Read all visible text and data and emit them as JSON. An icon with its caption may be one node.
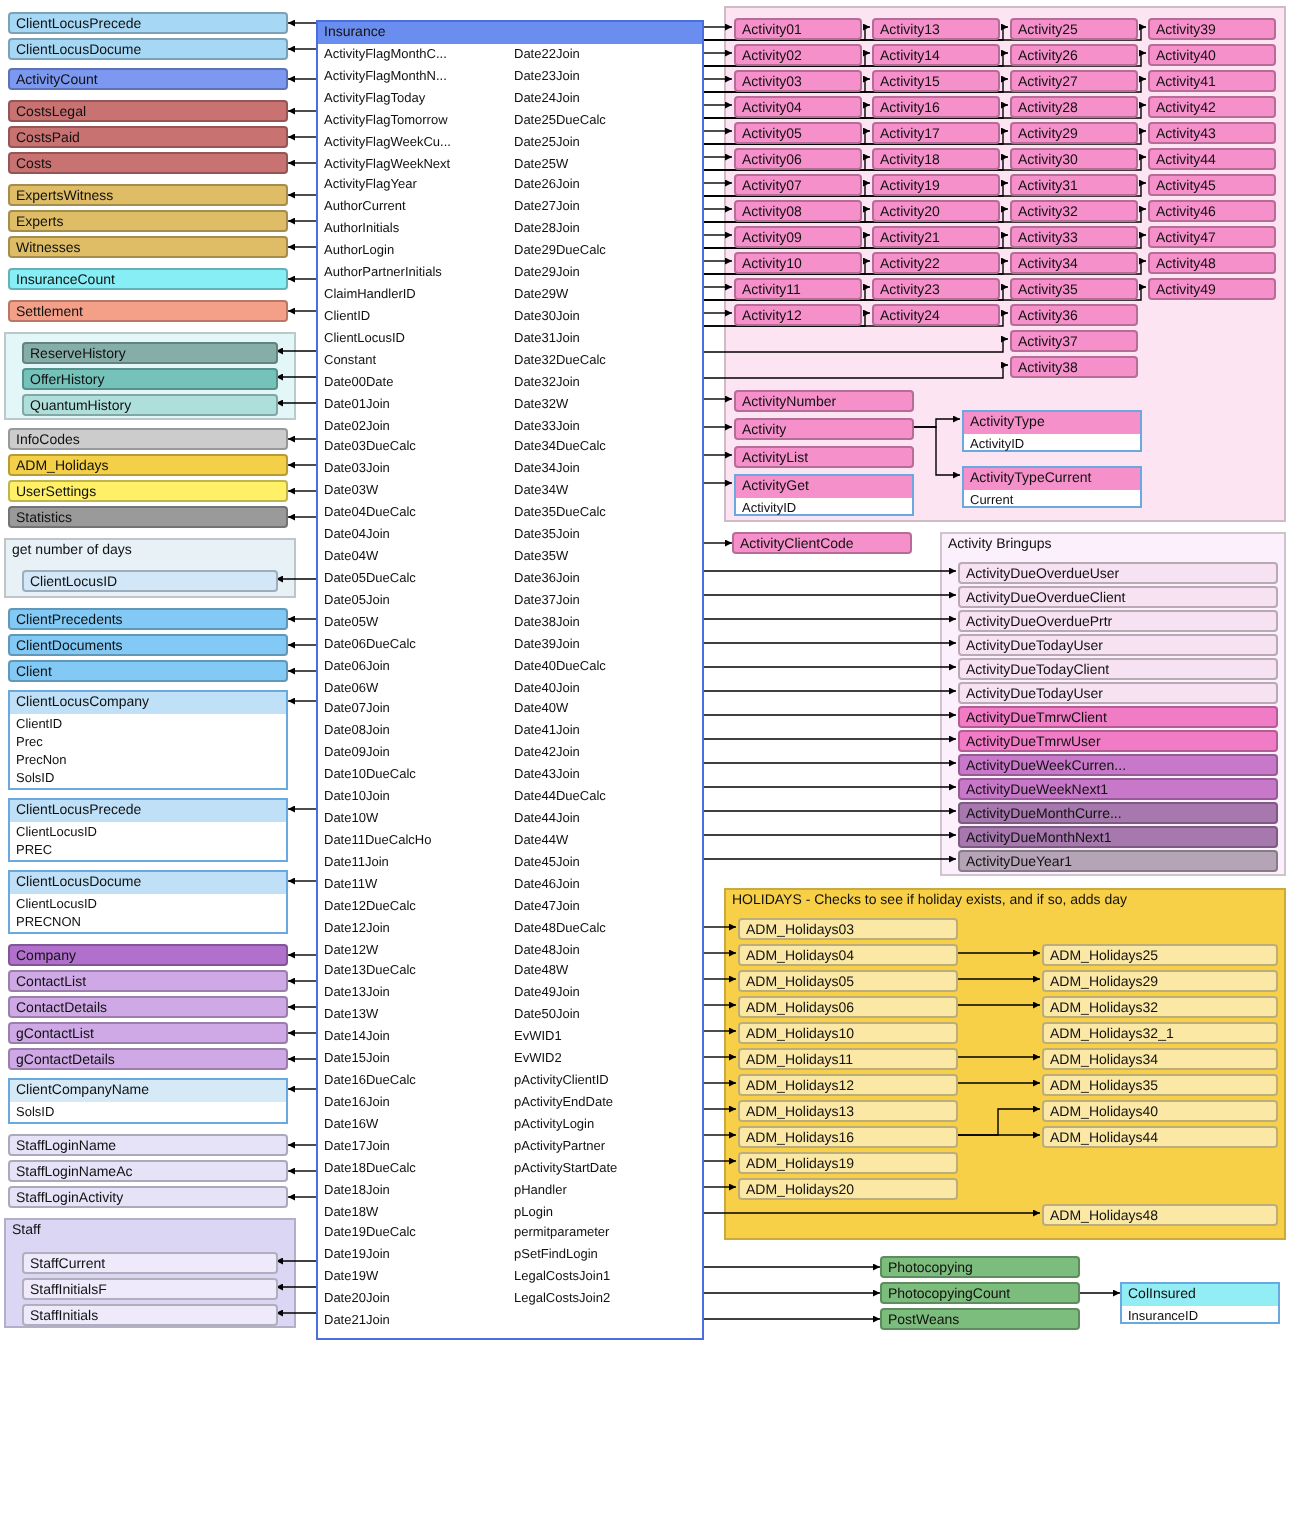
{
  "diagram": {
    "nodes": [
      {
        "text": [
          "Insurance",
          "ActivityFlagMonthC...",
          "ActivityFlagMonthN...",
          "ActivityFlagToday",
          "ActivityFlagTomorrow",
          "ActivityFlagWeekCu...",
          "ActivityFlagWeekNext",
          "ActivityFlagYear",
          "AuthorCurrent",
          "AuthorInitials",
          "AuthorLogin",
          "AuthorPartnerInitials",
          "ClaimHandlerID",
          "ClientID",
          "ClientLocusID",
          "Constant",
          "Date00Date",
          "Date01Join",
          "Date02Join",
          "Date03DueCalc",
          "Date03Join",
          "Date03W",
          "Date04DueCalc",
          "Date04Join",
          "Date04W",
          "Date05DueCalc",
          "Date05Join",
          "Date05W",
          "Date06DueCalc",
          "Date06Join",
          "Date06W",
          "Date07Join",
          "Date08Join",
          "Date09Join",
          "Date10DueCalc",
          "Date10Join",
          "Date10W",
          "Date11DueCalcHo",
          "Date11Join",
          "Date11W",
          "Date12DueCalc",
          "Date12Join",
          "Date12W",
          "Date13DueCalc",
          "Date13Join",
          "Date13W",
          "Date14Join",
          "Date15Join",
          "Date16DueCalc",
          "Date16Join",
          "Date16W",
          "Date17Join",
          "Date18DueCalc",
          "Date18Join",
          "Date18W",
          "Date19DueCalc",
          "Date19Join",
          "Date19W",
          "Date20Join",
          "Date21Join",
          "Date22Join",
          "Date23Join",
          "Date24Join",
          "Date25DueCalc",
          "Date25Join",
          "Date25W",
          "Date26Join",
          "Date27Join",
          "Date28Join",
          "Date29DueCalc",
          "Date29Join",
          "Date29W",
          "Date30Join",
          "Date31Join",
          "Date32DueCalc",
          "Date32Join",
          "Date32W",
          "Date33Join",
          "Date34DueCalc",
          "Date34Join",
          "Date34W",
          "Date35DueCalc",
          "Date35Join",
          "Date35W",
          "Date36Join",
          "Date37Join",
          "Date38Join",
          "Date39Join",
          "Date40DueCalc",
          "Date40Join",
          "Date40W",
          "Date41Join",
          "Date42Join",
          "Date43Join",
          "Date44DueCalc",
          "Date44Join",
          "Date44W",
          "Date45Join",
          "Date46Join",
          "Date47Join",
          "Date48DueCalc",
          "Date48Join",
          "Date48W",
          "Date49Join",
          "Date50Join",
          "EvWID1",
          "EvWID2",
          "pActivityClientID",
          "pActivityEndDate",
          "pActivityLogin",
          "pActivityPartner",
          "pActivityStartDate",
          "pHandler",
          "pLogin",
          "permitparameter",
          "pSetFindLogin",
          "LegalCostsJoin1",
          "LegalCostsJoin2"
        ]
      },
      {
        "text": [
          "ClientLocusPrecede"
        ]
      },
      {
        "text": [
          "ClientLocusDocume"
        ]
      },
      {
        "text": [
          "ActivityCount"
        ]
      },
      {
        "text": [
          "CostsLegal"
        ]
      },
      {
        "text": [
          "CostsPaid"
        ]
      },
      {
        "text": [
          "Costs"
        ]
      },
      {
        "text": [
          "ExpertsWitness"
        ]
      },
      {
        "text": [
          "Experts"
        ]
      },
      {
        "text": [
          "Witnesses"
        ]
      },
      {
        "text": [
          "InsuranceCount"
        ]
      },
      {
        "text": [
          "Settlement"
        ]
      },
      {
        "text": [],
        "shape": "box"
      },
      {
        "text": [
          "ReserveHistory"
        ],
        "in": 12
      },
      {
        "text": [
          "OfferHistory"
        ],
        "in": 12
      },
      {
        "text": [
          "QuantumHistory"
        ],
        "in": 12
      },
      {
        "text": [
          "InfoCodes"
        ]
      },
      {
        "text": [
          "ADM_Holidays"
        ]
      },
      {
        "text": [
          "UserSettings"
        ]
      },
      {
        "text": [
          "Statistics"
        ]
      },
      {
        "text": [
          "get number of days"
        ]
      },
      {
        "text": [
          "ClientLocusID"
        ],
        "in": 20
      },
      {
        "text": [
          "ClientPrecedents"
        ]
      },
      {
        "text": [
          "ClientDocuments"
        ]
      },
      {
        "text": [
          "Client"
        ]
      },
      {
        "text": [
          "ClientLocusCompany",
          "ClientID",
          "Prec",
          "PrecNon",
          "SolsID"
        ]
      },
      {
        "text": [
          "ClientLocusPrecede",
          "ClientLocusID",
          "PREC"
        ]
      },
      {
        "text": [
          "ClientLocusDocume",
          "ClientLocusID",
          "PRECNON"
        ]
      },
      {
        "text": [
          "Company"
        ]
      },
      {
        "text": [
          "ContactList"
        ]
      },
      {
        "text": [
          "ContactDetails"
        ]
      },
      {
        "text": [
          "gContactList"
        ]
      },
      {
        "text": [
          "gContactDetails"
        ]
      },
      {
        "text": [
          "ClientCompanyName",
          "SolsID"
        ]
      },
      {
        "text": [
          "StaffLoginName"
        ]
      },
      {
        "text": [
          "StaffLoginNameAc"
        ]
      },
      {
        "text": [
          "StaffLoginActivity"
        ]
      },
      {
        "text": [
          "Staff"
        ]
      },
      {
        "text": [
          "StaffCurrent"
        ],
        "in": 37
      },
      {
        "text": [
          "StaffInitialsF"
        ],
        "in": 37
      },
      {
        "text": [
          "StaffInitials"
        ],
        "in": 37
      },
      {
        "text": [],
        "shape": "box"
      },
      {
        "text": [
          "Activity01"
        ],
        "in": 41
      },
      {
        "text": [
          "Activity02"
        ],
        "in": 41
      },
      {
        "text": [
          "Activity03"
        ],
        "in": 41
      },
      {
        "text": [
          "Activity04"
        ],
        "in": 41
      },
      {
        "text": [
          "Activity05"
        ],
        "in": 41
      },
      {
        "text": [
          "Activity06"
        ],
        "in": 41
      },
      {
        "text": [
          "Activity07"
        ],
        "in": 41
      },
      {
        "text": [
          "Activity08"
        ],
        "in": 41
      },
      {
        "text": [
          "Activity09"
        ],
        "in": 41
      },
      {
        "text": [
          "Activity10"
        ],
        "in": 41
      },
      {
        "text": [
          "Activity11"
        ],
        "in": 41
      },
      {
        "text": [
          "Activity12"
        ],
        "in": 41
      },
      {
        "text": [
          "Activity13"
        ],
        "in": 41
      },
      {
        "text": [
          "Activity14"
        ],
        "in": 41
      },
      {
        "text": [
          "Activity15"
        ],
        "in": 41
      },
      {
        "text": [
          "Activity16"
        ],
        "in": 41
      },
      {
        "text": [
          "Activity17"
        ],
        "in": 41
      },
      {
        "text": [
          "Activity18"
        ],
        "in": 41
      },
      {
        "text": [
          "Activity19"
        ],
        "in": 41
      },
      {
        "text": [
          "Activity20"
        ],
        "in": 41
      },
      {
        "text": [
          "Activity21"
        ],
        "in": 41
      },
      {
        "text": [
          "Activity22"
        ],
        "in": 41
      },
      {
        "text": [
          "Activity23"
        ],
        "in": 41
      },
      {
        "text": [
          "Activity24"
        ],
        "in": 41
      },
      {
        "text": [
          "Activity25"
        ],
        "in": 41
      },
      {
        "text": [
          "Activity26"
        ],
        "in": 41
      },
      {
        "text": [
          "Activity27"
        ],
        "in": 41
      },
      {
        "text": [
          "Activity28"
        ],
        "in": 41
      },
      {
        "text": [
          "Activity29"
        ],
        "in": 41
      },
      {
        "text": [
          "Activity30"
        ],
        "in": 41
      },
      {
        "text": [
          "Activity31"
        ],
        "in": 41
      },
      {
        "text": [
          "Activity32"
        ],
        "in": 41
      },
      {
        "text": [
          "Activity33"
        ],
        "in": 41
      },
      {
        "text": [
          "Activity34"
        ],
        "in": 41
      },
      {
        "text": [
          "Activity35"
        ],
        "in": 41
      },
      {
        "text": [
          "Activity36"
        ],
        "in": 41
      },
      {
        "text": [
          "Activity37"
        ],
        "in": 41
      },
      {
        "text": [
          "Activity38"
        ],
        "in": 41
      },
      {
        "text": [
          "Activity39"
        ],
        "in": 41
      },
      {
        "text": [
          "Activity40"
        ],
        "in": 41
      },
      {
        "text": [
          "Activity41"
        ],
        "in": 41
      },
      {
        "text": [
          "Activity42"
        ],
        "in": 41
      },
      {
        "text": [
          "Activity43"
        ],
        "in": 41
      },
      {
        "text": [
          "Activity44"
        ],
        "in": 41
      },
      {
        "text": [
          "Activity45"
        ],
        "in": 41
      },
      {
        "text": [
          "Activity46"
        ],
        "in": 41
      },
      {
        "text": [
          "Activity47"
        ],
        "in": 41
      },
      {
        "text": [
          "Activity48"
        ],
        "in": 41
      },
      {
        "text": [
          "Activity49"
        ],
        "in": 41
      },
      {
        "text": [
          "ActivityNumber"
        ],
        "in": 41
      },
      {
        "text": [
          "Activity"
        ],
        "in": 41
      },
      {
        "text": [
          "ActivityType",
          "ActivityID"
        ],
        "in": 41
      },
      {
        "text": [
          "ActivityList"
        ],
        "in": 41
      },
      {
        "text": [
          "ActivityTypeCurrent",
          "Current"
        ],
        "in": 41
      },
      {
        "text": [
          "ActivityGet",
          "ActivityID"
        ],
        "in": 41
      },
      {
        "text": [
          "ActivityClientCode"
        ]
      },
      {
        "text": [
          "Activity Bringups"
        ]
      },
      {
        "text": [
          "ActivityDueOverdueUser"
        ],
        "in": 98
      },
      {
        "text": [
          "ActivityDueOverdueClient"
        ],
        "in": 98
      },
      {
        "text": [
          "ActivityDueOverduePrtr"
        ],
        "in": 98
      },
      {
        "text": [
          "ActivityDueTodayUser"
        ],
        "in": 98
      },
      {
        "text": [
          "ActivityDueTodayClient"
        ],
        "in": 98
      },
      {
        "text": [
          "ActivityDueTodayUser"
        ],
        "in": 98
      },
      {
        "text": [
          "ActivityDueTmrwClient"
        ],
        "in": 98
      },
      {
        "text": [
          "ActivityDueTmrwUser"
        ],
        "in": 98
      },
      {
        "text": [
          "ActivityDueWeekCurren..."
        ],
        "in": 98
      },
      {
        "text": [
          "ActivityDueWeekNext1"
        ],
        "in": 98
      },
      {
        "text": [
          "ActivityDueMonthCurre..."
        ],
        "in": 98
      },
      {
        "text": [
          "ActivityDueMonthNext1"
        ],
        "in": 98
      },
      {
        "text": [
          "ActivityDueYear1"
        ],
        "in": 98
      },
      {
        "text": [
          "HOLIDAYS - Checks to see if holiday exists, and if so, adds day"
        ]
      },
      {
        "text": [
          "ADM_Holidays03"
        ],
        "in": 112
      },
      {
        "text": [
          "ADM_Holidays04"
        ],
        "in": 112
      },
      {
        "text": [
          "ADM_Holidays05"
        ],
        "in": 112
      },
      {
        "text": [
          "ADM_Holidays06"
        ],
        "in": 112
      },
      {
        "text": [
          "ADM_Holidays10"
        ],
        "in": 112
      },
      {
        "text": [
          "ADM_Holidays11"
        ],
        "in": 112
      },
      {
        "text": [
          "ADM_Holidays12"
        ],
        "in": 112
      },
      {
        "text": [
          "ADM_Holidays13"
        ],
        "in": 112
      },
      {
        "text": [
          "ADM_Holidays16"
        ],
        "in": 112
      },
      {
        "text": [
          "ADM_Holidays19"
        ],
        "in": 112
      },
      {
        "text": [
          "ADM_Holidays20"
        ],
        "in": 112
      },
      {
        "text": [
          "ADM_Holidays25"
        ],
        "in": 112
      },
      {
        "text": [
          "ADM_Holidays29"
        ],
        "in": 112
      },
      {
        "text": [
          "ADM_Holidays32"
        ],
        "in": 112
      },
      {
        "text": [
          "ADM_Holidays32_1"
        ],
        "in": 112
      },
      {
        "text": [
          "ADM_Holidays34"
        ],
        "in": 112
      },
      {
        "text": [
          "ADM_Holidays35"
        ],
        "in": 112
      },
      {
        "text": [
          "ADM_Holidays40"
        ],
        "in": 112
      },
      {
        "text": [
          "ADM_Holidays44"
        ],
        "in": 112
      },
      {
        "text": [
          "ADM_Holidays48"
        ],
        "in": 112
      },
      {
        "text": [
          "Photocopying"
        ]
      },
      {
        "text": [
          "PhotocopyingCount"
        ]
      },
      {
        "text": [
          "PostWeans"
        ]
      },
      {
        "text": [
          "ColInsured",
          "InsuranceID"
        ]
      }
    ],
    "edges": [
      {
        "from": 0,
        "to": 1,
        "arrow": "to"
      },
      {
        "from": 0,
        "to": 2,
        "arrow": "to"
      },
      {
        "from": 0,
        "to": 3,
        "arrow": "to"
      },
      {
        "from": 0,
        "to": 4,
        "arrow": "to"
      },
      {
        "from": 0,
        "to": 5,
        "arrow": "to"
      },
      {
        "from": 0,
        "to": 6,
        "arrow": "to"
      },
      {
        "from": 0,
        "to": 7,
        "arrow": "to"
      },
      {
        "from": 0,
        "to": 8,
        "arrow": "to"
      },
      {
        "from": 0,
        "to": 9,
        "arrow": "to"
      },
      {
        "from": 0,
        "to": 10,
        "arrow": "to"
      },
      {
        "from": 0,
        "to": 11,
        "arrow": "to"
      },
      {
        "from": 0,
        "to": 13,
        "arrow": "to"
      },
      {
        "from": 0,
        "to": 14,
        "arrow": "to"
      },
      {
        "from": 0,
        "to": 15,
        "arrow": "to"
      },
      {
        "from": 0,
        "to": 16,
        "arrow": "to"
      },
      {
        "from": 0,
        "to": 17,
        "arrow": "to"
      },
      {
        "from": 0,
        "to": 18,
        "arrow": "to"
      },
      {
        "from": 0,
        "to": 19,
        "arrow": "to"
      },
      {
        "from": 0,
        "to": 21,
        "arrow": "to"
      },
      {
        "from": 0,
        "to": 22,
        "arrow": "to"
      },
      {
        "from": 0,
        "to": 23,
        "arrow": "to"
      },
      {
        "from": 0,
        "to": 24,
        "arrow": "to"
      },
      {
        "from": 0,
        "to": 25,
        "arrow": "to"
      },
      {
        "from": 0,
        "to": 26,
        "arrow": "to"
      },
      {
        "from": 0,
        "to": 27,
        "arrow": "to"
      },
      {
        "from": 0,
        "to": 28,
        "arrow": "to"
      },
      {
        "from": 0,
        "to": 29,
        "arrow": "to"
      },
      {
        "from": 0,
        "to": 30,
        "arrow": "to"
      },
      {
        "from": 0,
        "to": 31,
        "arrow": "to"
      },
      {
        "from": 0,
        "to": 32,
        "arrow": "to"
      },
      {
        "from": 0,
        "to": 33,
        "arrow": "to"
      },
      {
        "from": 0,
        "to": 34,
        "arrow": "to"
      },
      {
        "from": 0,
        "to": 35,
        "arrow": "to"
      },
      {
        "from": 0,
        "to": 36,
        "arrow": "to"
      },
      {
        "from": 0,
        "to": 38,
        "arrow": "to"
      },
      {
        "from": 0,
        "to": 39,
        "arrow": "to"
      },
      {
        "from": 0,
        "to": 40,
        "arrow": "to"
      },
      {
        "from": 0,
        "to": 42,
        "arrow": "to"
      },
      {
        "from": 0,
        "to": 43,
        "arrow": "to"
      },
      {
        "from": 0,
        "to": 44,
        "arrow": "to"
      },
      {
        "from": 0,
        "to": 45,
        "arrow": "to"
      },
      {
        "from": 0,
        "to": 46,
        "arrow": "to"
      },
      {
        "from": 0,
        "to": 47,
        "arrow": "to"
      },
      {
        "from": 0,
        "to": 48,
        "arrow": "to"
      },
      {
        "from": 0,
        "to": 49,
        "arrow": "to"
      },
      {
        "from": 0,
        "to": 50,
        "arrow": "to"
      },
      {
        "from": 0,
        "to": 51,
        "arrow": "to"
      },
      {
        "from": 0,
        "to": 52,
        "arrow": "to"
      },
      {
        "from": 0,
        "to": 53,
        "arrow": "to"
      },
      {
        "from": 0,
        "to": 54,
        "arrow": "to"
      },
      {
        "from": 0,
        "to": 55,
        "arrow": "to"
      },
      {
        "from": 0,
        "to": 56,
        "arrow": "to"
      },
      {
        "from": 0,
        "to": 57,
        "arrow": "to"
      },
      {
        "from": 0,
        "to": 58,
        "arrow": "to"
      },
      {
        "from": 0,
        "to": 59,
        "arrow": "to"
      },
      {
        "from": 0,
        "to": 60,
        "arrow": "to"
      },
      {
        "from": 0,
        "to": 61,
        "arrow": "to"
      },
      {
        "from": 0,
        "to": 62,
        "arrow": "to"
      },
      {
        "from": 0,
        "to": 63,
        "arrow": "to"
      },
      {
        "from": 0,
        "to": 64,
        "arrow": "to"
      },
      {
        "from": 0,
        "to": 65,
        "arrow": "to"
      },
      {
        "from": 0,
        "to": 66,
        "arrow": "to"
      },
      {
        "from": 0,
        "to": 67,
        "arrow": "to"
      },
      {
        "from": 0,
        "to": 68,
        "arrow": "to"
      },
      {
        "from": 0,
        "to": 69,
        "arrow": "to"
      },
      {
        "from": 0,
        "to": 70,
        "arrow": "to"
      },
      {
        "from": 0,
        "to": 71,
        "arrow": "to"
      },
      {
        "from": 0,
        "to": 72,
        "arrow": "to"
      },
      {
        "from": 0,
        "to": 73,
        "arrow": "to"
      },
      {
        "from": 0,
        "to": 74,
        "arrow": "to"
      },
      {
        "from": 0,
        "to": 75,
        "arrow": "to"
      },
      {
        "from": 0,
        "to": 76,
        "arrow": "to"
      },
      {
        "from": 0,
        "to": 77,
        "arrow": "to"
      },
      {
        "from": 0,
        "to": 78,
        "arrow": "to"
      },
      {
        "from": 0,
        "to": 79,
        "arrow": "to"
      },
      {
        "from": 0,
        "to": 80,
        "arrow": "to"
      },
      {
        "from": 0,
        "to": 81,
        "arrow": "to"
      },
      {
        "from": 0,
        "to": 82,
        "arrow": "to"
      },
      {
        "from": 0,
        "to": 83,
        "arrow": "to"
      },
      {
        "from": 0,
        "to": 84,
        "arrow": "to"
      },
      {
        "from": 0,
        "to": 85,
        "arrow": "to"
      },
      {
        "from": 0,
        "to": 86,
        "arrow": "to"
      },
      {
        "from": 0,
        "to": 87,
        "arrow": "to"
      },
      {
        "from": 0,
        "to": 88,
        "arrow": "to"
      },
      {
        "from": 0,
        "to": 89,
        "arrow": "to"
      },
      {
        "from": 0,
        "to": 90,
        "arrow": "to"
      },
      {
        "from": 0,
        "to": 91,
        "arrow": "to"
      },
      {
        "from": 0,
        "to": 92,
        "arrow": "to"
      },
      {
        "from": 0,
        "to": 94,
        "arrow": "to"
      },
      {
        "from": 0,
        "to": 96,
        "arrow": "to"
      },
      {
        "from": 0,
        "to": 97,
        "arrow": "to"
      },
      {
        "from": 92,
        "to": 93,
        "arrow": "to"
      },
      {
        "from": 92,
        "to": 95,
        "arrow": "to"
      },
      {
        "from": 0,
        "to": 99,
        "arrow": "to"
      },
      {
        "from": 0,
        "to": 100,
        "arrow": "to"
      },
      {
        "from": 0,
        "to": 101,
        "arrow": "to"
      },
      {
        "from": 0,
        "to": 102,
        "arrow": "to"
      },
      {
        "from": 0,
        "to": 103,
        "arrow": "to"
      },
      {
        "from": 0,
        "to": 104,
        "arrow": "to"
      },
      {
        "from": 0,
        "to": 105,
        "arrow": "to"
      },
      {
        "from": 0,
        "to": 106,
        "arrow": "to"
      },
      {
        "from": 0,
        "to": 107,
        "arrow": "to"
      },
      {
        "from": 0,
        "to": 108,
        "arrow": "to"
      },
      {
        "from": 0,
        "to": 109,
        "arrow": "to"
      },
      {
        "from": 0,
        "to": 110,
        "arrow": "to"
      },
      {
        "from": 0,
        "to": 111,
        "arrow": "to"
      },
      {
        "from": 0,
        "to": 113,
        "arrow": "to"
      },
      {
        "from": 0,
        "to": 114,
        "arrow": "to"
      },
      {
        "from": 0,
        "to": 115,
        "arrow": "to"
      },
      {
        "from": 0,
        "to": 116,
        "arrow": "to"
      },
      {
        "from": 0,
        "to": 117,
        "arrow": "to"
      },
      {
        "from": 0,
        "to": 118,
        "arrow": "to"
      },
      {
        "from": 0,
        "to": 119,
        "arrow": "to"
      },
      {
        "from": 0,
        "to": 120,
        "arrow": "to"
      },
      {
        "from": 0,
        "to": 121,
        "arrow": "to"
      },
      {
        "from": 0,
        "to": 122,
        "arrow": "to"
      },
      {
        "from": 0,
        "to": 123,
        "arrow": "to"
      },
      {
        "from": 114,
        "to": 124,
        "arrow": "to"
      },
      {
        "from": 115,
        "to": 125,
        "arrow": "to"
      },
      {
        "from": 116,
        "to": 126,
        "arrow": "to"
      },
      {
        "from": 118,
        "to": 128,
        "arrow": "to"
      },
      {
        "from": 119,
        "to": 129,
        "arrow": "to"
      },
      {
        "from": 121,
        "to": 130,
        "arrow": "to"
      },
      {
        "from": 121,
        "to": 131,
        "arrow": "to"
      },
      {
        "from": 0,
        "to": 132,
        "arrow": "to"
      },
      {
        "from": 0,
        "to": 133,
        "arrow": "to"
      },
      {
        "from": 0,
        "to": 134,
        "arrow": "to"
      },
      {
        "from": 0,
        "to": 135,
        "arrow": "to"
      },
      {
        "from": 134,
        "to": 136,
        "arrow": "to"
      }
    ]
  }
}
